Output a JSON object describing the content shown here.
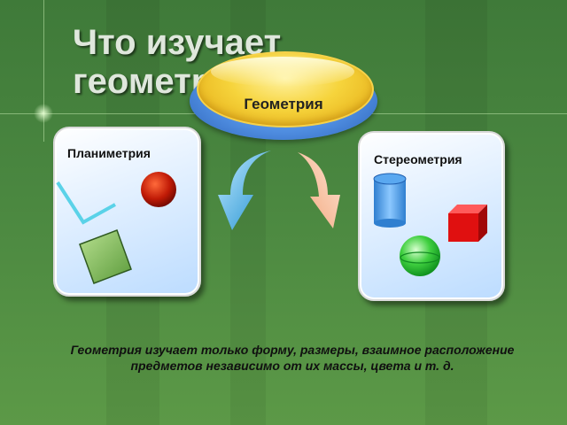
{
  "slide": {
    "title": "Что изучает геометрия?",
    "badge_label": "Геометрия",
    "left_card_label": "Планиметрия",
    "right_card_label": "Стереометрия",
    "caption_line1": "Геометрия изучает только форму, размеры, взаимное расположение",
    "caption_line2": "предметов независимо от их массы, цвета и т. д."
  },
  "colors": {
    "background": "#4a8740",
    "badge_top": "#f6d43c",
    "badge_base": "#4f8de0",
    "card": "#bcdcff",
    "left_arrow": "#2aa6e0",
    "right_arrow": "#f4b48c",
    "red_ball": "#c01a06",
    "green_square": "#8cc460",
    "cyan_angle": "#5ad2e8",
    "blue_cylinder": "#4a9ae6",
    "red_cube": "#e01010",
    "green_sphere": "#3fcf3f"
  },
  "icons": [
    "red-ball-icon",
    "angle-icon",
    "square-icon",
    "cylinder-icon",
    "cube-icon",
    "sphere-icon",
    "left-curved-arrow-icon",
    "right-curved-arrow-icon"
  ]
}
